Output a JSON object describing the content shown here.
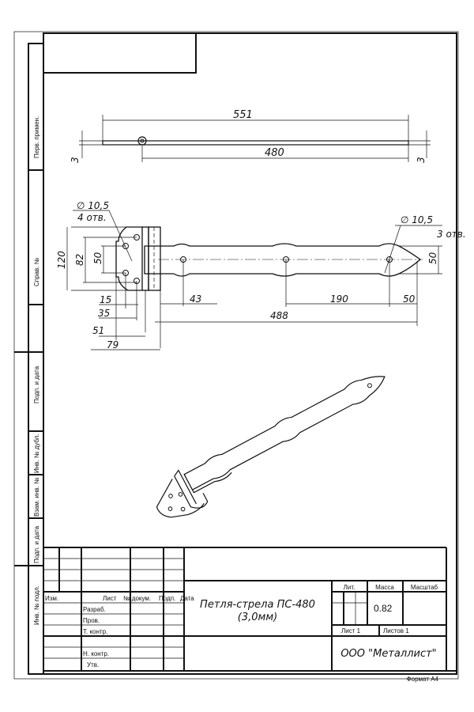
{
  "side_strip": [
    "Перв. примен.",
    "Справ. №",
    "Подп. и дата",
    "Инв. № дубл.",
    "Взам. инв. №",
    "Подп. и дата",
    "Инв. № подл."
  ],
  "top_view": {
    "overall": "551",
    "length": "480",
    "thickness_left": "3",
    "thickness_right": "3"
  },
  "front_view": {
    "hole_note_left_dia": "∅ 10,5",
    "hole_note_left_count": "4 отв.",
    "hole_note_right_dia": "∅ 10,5",
    "hole_note_right_count": "3 отв.",
    "dims": {
      "h120": "120",
      "h82": "82",
      "h50": "50",
      "h50_right": "50",
      "d15": "15",
      "d35": "35",
      "d51": "51",
      "d79": "79",
      "d43": "43",
      "d190": "190",
      "d50": "50",
      "d488": "488"
    }
  },
  "title_block": {
    "headers": {
      "izm": "Изм.",
      "list": "Лист",
      "doc_no": "№ докум.",
      "sign": "Подп.",
      "date": "Дата"
    },
    "roles": [
      "Разраб.",
      "Пров.",
      "Т. контр.",
      "Н. контр.",
      "Утв."
    ],
    "title_line1": "Петля-стрела ПС-480",
    "title_line2": "(3,0мм)",
    "lit_label": "Лит.",
    "mass_label": "Масса",
    "scale_label": "Масштаб",
    "mass_value": "0.82",
    "sheet": "Лист 1",
    "sheets": "Листов 1",
    "company": "ООО \"Металлист\"",
    "format": "Формат А4"
  }
}
